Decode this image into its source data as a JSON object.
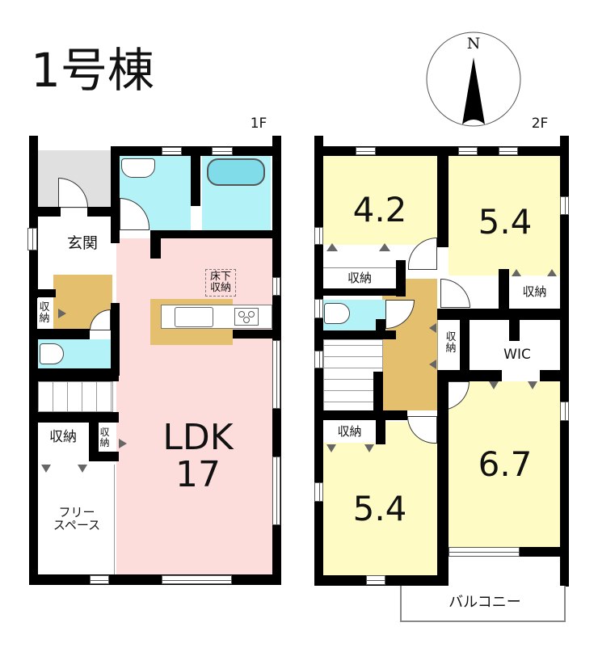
{
  "title": "1号棟",
  "compass": {
    "label": "N"
  },
  "floors": [
    {
      "label": "1F",
      "rooms": [
        {
          "id": "ldk",
          "label": "LDK\n17",
          "type": "living",
          "color": "#fddcdc"
        },
        {
          "id": "entrance",
          "label": "玄関",
          "type": "entrance",
          "color": "#ffffff"
        },
        {
          "id": "entrance-floor",
          "label": "",
          "type": "hall",
          "color": "#e3bf6e"
        },
        {
          "id": "entrance-storage",
          "label": "収\n納",
          "type": "storage"
        },
        {
          "id": "washroom",
          "label": "",
          "type": "wet",
          "color": "#b3f3f8"
        },
        {
          "id": "bathroom",
          "label": "",
          "type": "wet",
          "color": "#b3f3f8"
        },
        {
          "id": "toilet",
          "label": "",
          "type": "wet",
          "color": "#b3f3f8"
        },
        {
          "id": "underfloor-storage",
          "label": "床下\n収納",
          "type": "storage"
        },
        {
          "id": "storage-a",
          "label": "収納",
          "type": "storage"
        },
        {
          "id": "storage-b",
          "label": "収\n納",
          "type": "storage"
        },
        {
          "id": "free-space",
          "label": "フリー\nスペース",
          "type": "space"
        },
        {
          "id": "porch",
          "label": "",
          "type": "exterior",
          "color": "#e0e0e0"
        },
        {
          "id": "kitchen-counter",
          "label": "",
          "type": "kitchen",
          "color": "#e3bf6e"
        }
      ]
    },
    {
      "label": "2F",
      "rooms": [
        {
          "id": "bedroom-42",
          "label": "4.2",
          "type": "bedroom",
          "color": "#fefbc4"
        },
        {
          "id": "bedroom-54a",
          "label": "5.4",
          "type": "bedroom",
          "color": "#fefbc4"
        },
        {
          "id": "bedroom-54b",
          "label": "5.4",
          "type": "bedroom",
          "color": "#fefbc4"
        },
        {
          "id": "bedroom-67",
          "label": "6.7",
          "type": "bedroom",
          "color": "#fefbc4"
        },
        {
          "id": "storage-42",
          "label": "収納",
          "type": "storage"
        },
        {
          "id": "storage-54a",
          "label": "収納",
          "type": "storage"
        },
        {
          "id": "storage-54b",
          "label": "収納",
          "type": "storage"
        },
        {
          "id": "storage-hall",
          "label": "収\n納",
          "type": "storage"
        },
        {
          "id": "wic",
          "label": "WIC",
          "type": "storage"
        },
        {
          "id": "hall-2f",
          "label": "",
          "type": "hall",
          "color": "#e3bf6e"
        },
        {
          "id": "toilet-2f",
          "label": "",
          "type": "wet",
          "color": "#b3f3f8"
        },
        {
          "id": "balcony",
          "label": "バルコニー",
          "type": "exterior"
        }
      ]
    }
  ],
  "colors": {
    "wall": "#000000",
    "living": "#fddcdc",
    "bedroom": "#fefbc4",
    "wet": "#b3f3f8",
    "hall": "#e3bf6e",
    "porch": "#e0e0e0"
  }
}
